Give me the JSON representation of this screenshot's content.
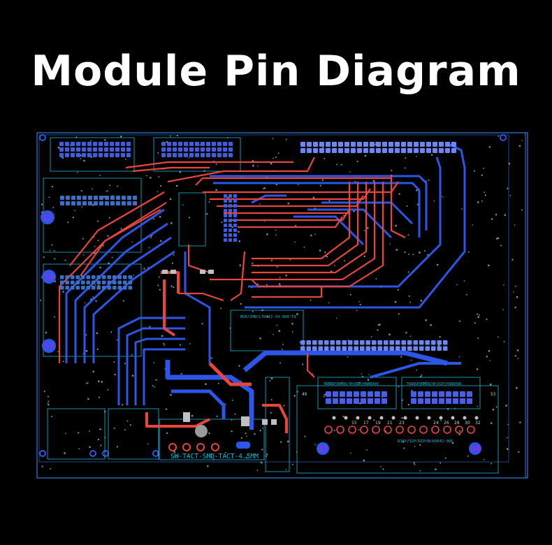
{
  "title": "Module Pin Diagram",
  "board": {
    "designators": [
      "12",
      "58",
      "57",
      "33",
      "34"
    ],
    "bottom_label": "SW-TACT-SMD-TACT-4.5MM",
    "jack_label": "RJ45/32P/DIP/R/N3042-001",
    "connector_label": "HDR/SMD/LTRA12-34-U08-T3",
    "transformer_left": "TRANSFORMER/4P/DIP/HSN0099",
    "transformer_right": "TRANSFORMER/4P/DIP/HSN0099",
    "jack_left_numbers": [
      "15",
      "17",
      "19",
      "21",
      "23"
    ],
    "jack_right_numbers": [
      "24",
      "26",
      "28",
      "30",
      "32"
    ],
    "pin_49": "49",
    "pin_53": "53"
  },
  "colors": {
    "background": "#000000",
    "board_outline": "#3a7bd5",
    "top_copper": "#e8453c",
    "bottom_copper": "#2c56e8",
    "silkscreen": "#19b8d6",
    "designator": "#c21fd9",
    "pad": "#c0c0c0"
  }
}
